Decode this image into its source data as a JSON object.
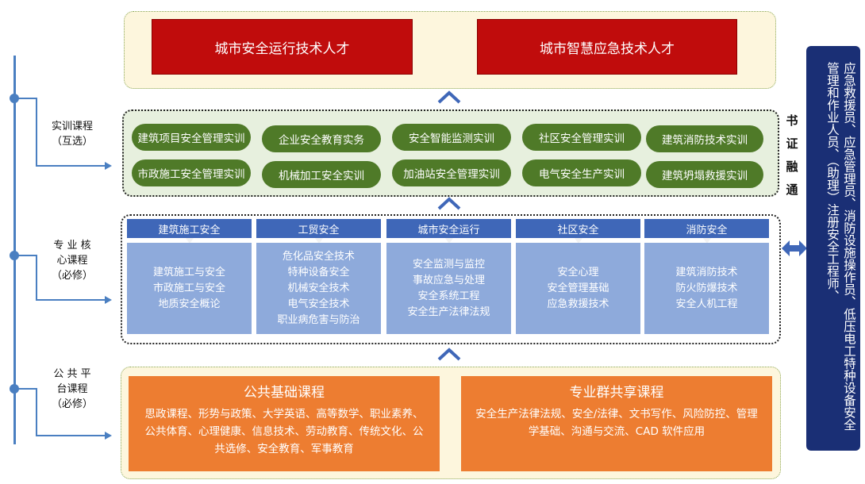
{
  "talents": [
    "城市安全运行技术人才",
    "城市智慧应急技术人才"
  ],
  "side_labels": {
    "training": [
      "实训课程",
      "（互选）"
    ],
    "core": [
      "专 业 核",
      "心课程",
      "（必修）"
    ],
    "public": [
      "公 共 平",
      "台课程",
      "（必修）"
    ]
  },
  "training_courses": [
    "建筑项目安全管理实训",
    "企业安全教育实务",
    "安全智能监测实训",
    "社区安全管理实训",
    "建筑消防技术实训",
    "市政施工安全管理实训",
    "机械加工安全实训",
    "加油站安全管理实训",
    "电气安全生产实训",
    "建筑坍塌救援实训"
  ],
  "core_courses": [
    {
      "title": "建筑施工安全",
      "items": [
        "建筑施工与安全",
        "市政施工与安全",
        "地质安全概论"
      ]
    },
    {
      "title": "工贸安全",
      "items": [
        "危化品安全技术",
        "特种设备安全",
        "机械安全技术",
        "电气安全技术",
        "职业病危害与防治"
      ]
    },
    {
      "title": "城市安全运行",
      "items": [
        "安全监测与监控",
        "事故应急与处理",
        "安全系统工程",
        "安全生产法律法规"
      ]
    },
    {
      "title": "社区安全",
      "items": [
        "安全心理",
        "安全管理基础",
        "应急救援技术"
      ]
    },
    {
      "title": "消防安全",
      "items": [
        "建筑消防技术",
        "防火防爆技术",
        "安全人机工程"
      ]
    }
  ],
  "public_courses": [
    {
      "title": "公共基础课程",
      "body": "思政课程、形势与政策、大学英语、高等数学、职业素养、公共体育、心理健康、信息技术、劳动教育、传统文化、公共选修、安全教育、军事教育"
    },
    {
      "title": "专业群共享课程",
      "body": "安全生产法律法规、安全/法律、文书写作、风险防控、管理学基础、沟通与交流、CAD 软件应用"
    }
  ],
  "certificate_label": [
    "书",
    "证",
    "融",
    "通"
  ],
  "target_roles": "应急救援员、应急管理员、消防设施操作员、低压电工特种设备安全管理和作业人员、（助理）注册安全工程师、",
  "colors": {
    "talent_red": "#c00c0c",
    "training_green": "#4f7a28",
    "core_header_blue": "#3f67b8",
    "core_body_blue": "#8eaadb",
    "public_orange": "#ed7d31",
    "roles_navy": "#1a2f75",
    "axis_blue": "#4a7fc1"
  }
}
